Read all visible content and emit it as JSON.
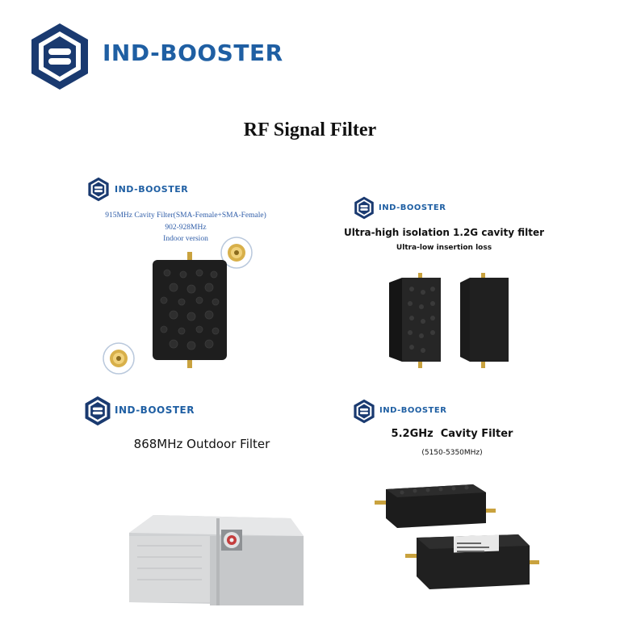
{
  "brand": {
    "name": "IND-BOOSTER"
  },
  "page": {
    "title": "RF Signal Filter"
  },
  "products": [
    {
      "brand": "IND-BOOSTER",
      "lines": [
        "915MHz Cavity Filter(SMA-Female+SMA-Female)",
        "902-928MHz",
        "Indoor version"
      ]
    },
    {
      "brand": "IND-BOOSTER",
      "title": "Ultra-high isolation 1.2G cavity filter",
      "subtitle": "Ultra-low insertion loss"
    },
    {
      "brand": "IND-BOOSTER",
      "title": "868MHz Outdoor Filter"
    },
    {
      "brand": "IND-BOOSTER",
      "title": "5.2GHz  Cavity Filter",
      "subtitle": "(5150-5350MHz)"
    }
  ],
  "colors": {
    "brand_blue": "#1f5fa3",
    "logo_navy": "#1a3a70",
    "device_black": "#1e1e1e",
    "enclosure_gray": "#d9dadb"
  }
}
